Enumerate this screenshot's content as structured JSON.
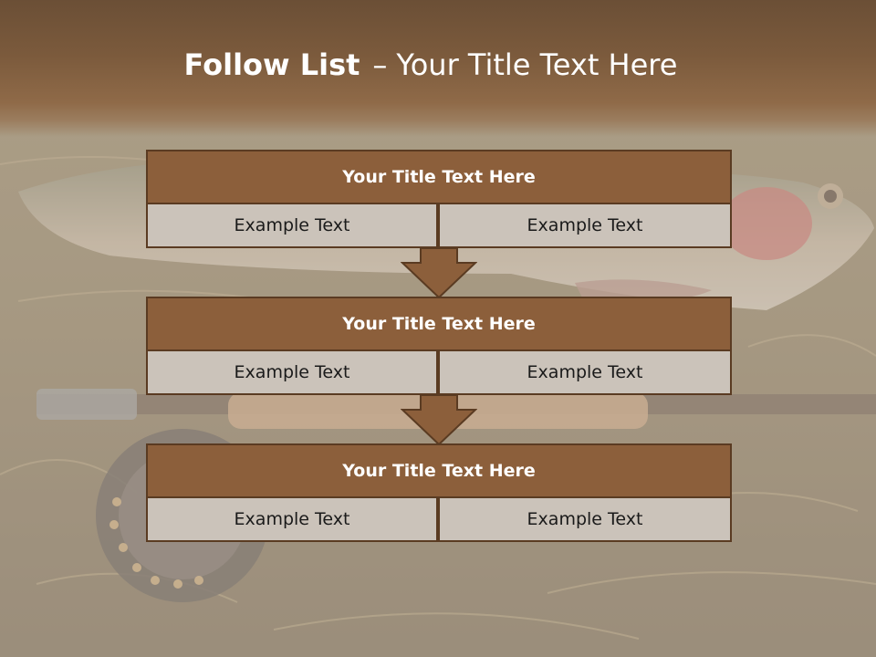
{
  "header": {
    "title_bold": "Follow List",
    "title_dash": "–",
    "title_rest": "Your Title Text Here"
  },
  "blocks": [
    {
      "title": "Your Title Text Here",
      "left": "Example Text",
      "right": "Example Text"
    },
    {
      "title": "Your Title Text Here",
      "left": "Example Text",
      "right": "Example Text"
    },
    {
      "title": "Your Title Text Here",
      "left": "Example Text",
      "right": "Example Text"
    }
  ],
  "colors": {
    "header_brown": "#7b5a3c",
    "title_bar": "#8c5f3b",
    "border": "#5a3b22",
    "cell_bg": "#cbc3ba",
    "arrow": "#8c5f3b"
  }
}
